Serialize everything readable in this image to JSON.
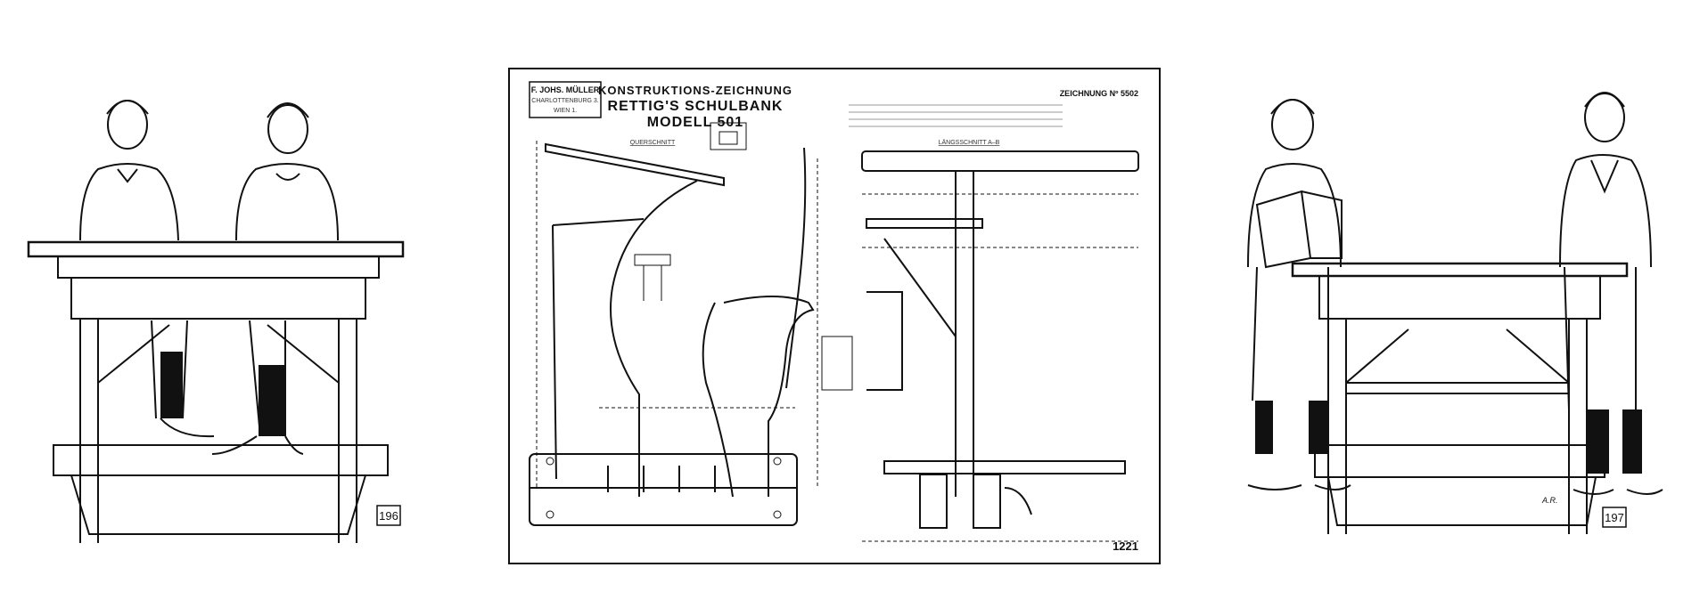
{
  "left_plate": {
    "number": "196"
  },
  "right_plate": {
    "number": "197",
    "signature": "A.R."
  },
  "blueprint": {
    "maker_box": [
      "F. JOHS. MÜLLER",
      "CHARLOTTENBURG 3.",
      "WIEN 1."
    ],
    "title_line1": "KONSTRUKTIONS-ZEICHNUNG",
    "title_line2": "RETTIG'S SCHULBANK",
    "title_line3": "MODELL 501",
    "drawing_number": "ZEICHNUNG Nº 5502",
    "section_left": "QUERSCHNITT",
    "section_right": "LÄNGSSCHNITT A–B",
    "sheet_number": "1221"
  }
}
